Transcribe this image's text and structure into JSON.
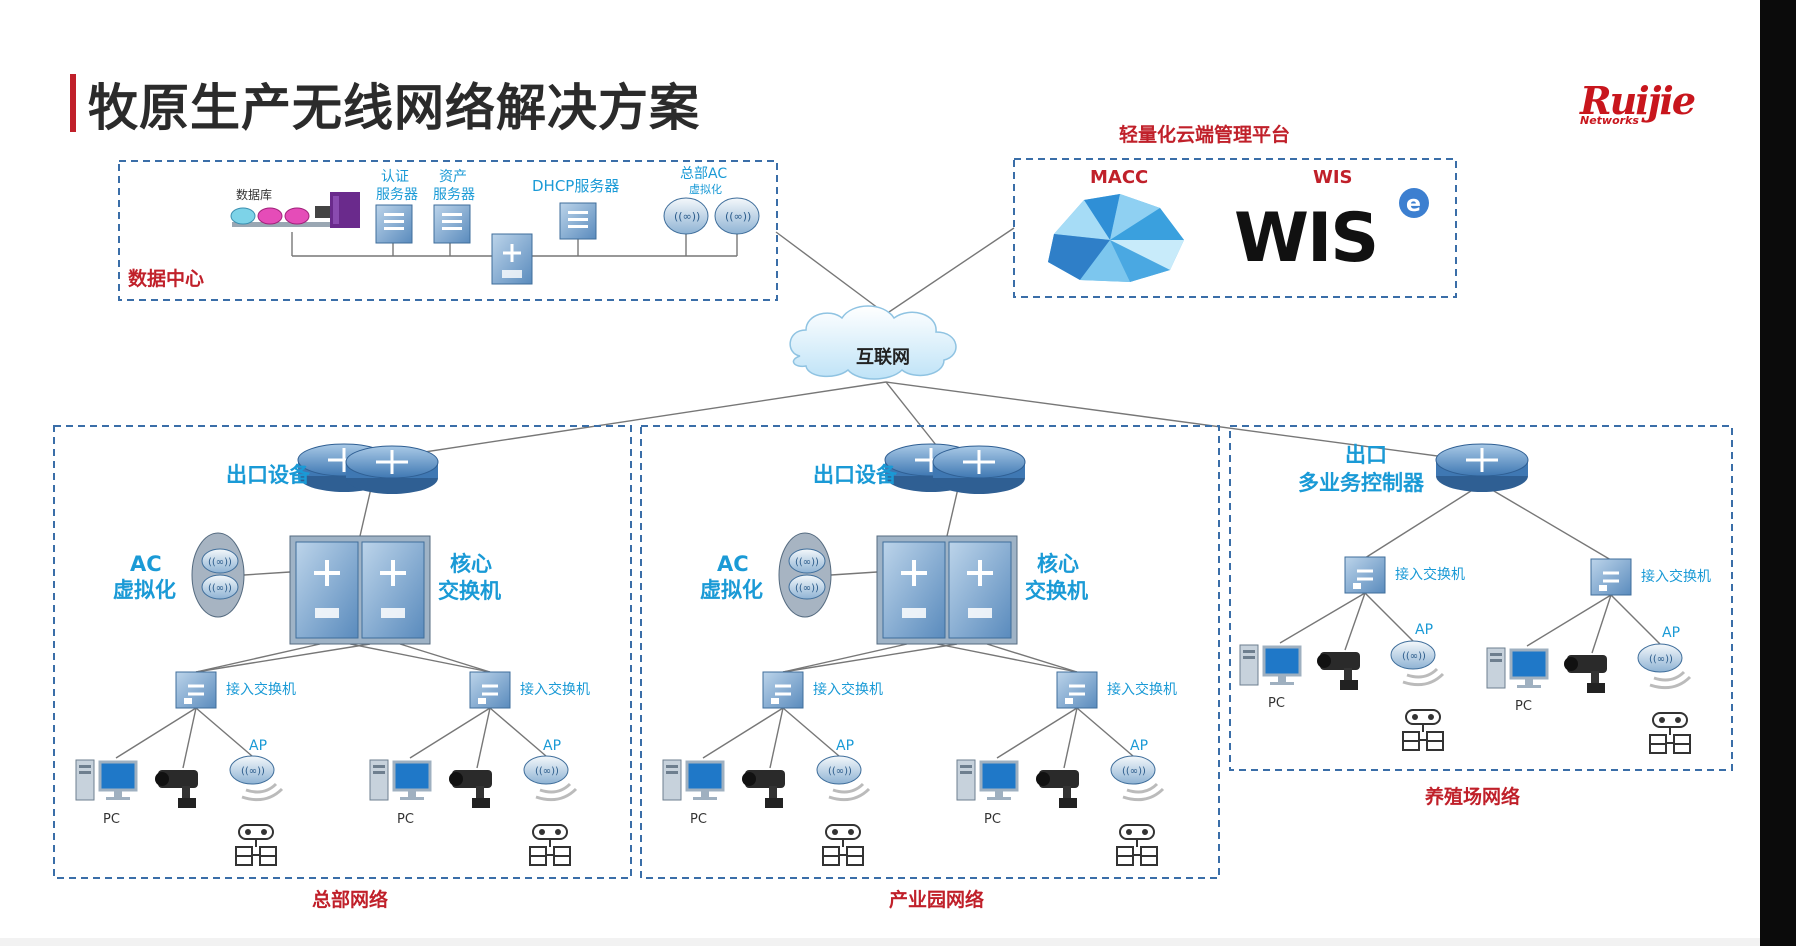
{
  "title": "牧原生产无线网络解决方案",
  "logo": {
    "brand": "Ruijie",
    "sub": "Networks"
  },
  "datacenter": {
    "label": "数据中心",
    "db_label": "数据库",
    "auth_server": [
      "认证",
      "服务器"
    ],
    "asset_server": [
      "资产",
      "服务器"
    ],
    "dhcp_server": "DHCP服务器",
    "hq_ac": [
      "总部AC",
      "虚拟化"
    ]
  },
  "cloud_platform": {
    "title": "轻量化云端管理平台",
    "macc": "MACC",
    "wis": "WIS",
    "wis_logo": "WIS",
    "wis_e": "e"
  },
  "internet": "互联网",
  "hq": {
    "name": "总部网络",
    "egress": "出口设备",
    "ac": [
      "AC",
      "虚拟化"
    ],
    "core": [
      "核心",
      "交换机"
    ],
    "access": "接入交换机",
    "pc": "PC",
    "ap": "AP"
  },
  "park": {
    "name": "产业园网络",
    "egress": "出口设备",
    "ac": [
      "AC",
      "虚拟化"
    ],
    "core": [
      "核心",
      "交换机"
    ],
    "access": "接入交换机",
    "pc": "PC",
    "ap": "AP"
  },
  "farm": {
    "name": "养殖场网络",
    "egress": [
      "出口",
      "多业务控制器"
    ],
    "access": "接入交换机",
    "pc": "PC",
    "ap": "AP"
  },
  "colors": {
    "title_red": "#c0202a",
    "label_blue": "#1a9ad6",
    "dashed_box": "#3a6ea8",
    "device_blue": "#4a90c8",
    "link_gray": "#777777"
  }
}
